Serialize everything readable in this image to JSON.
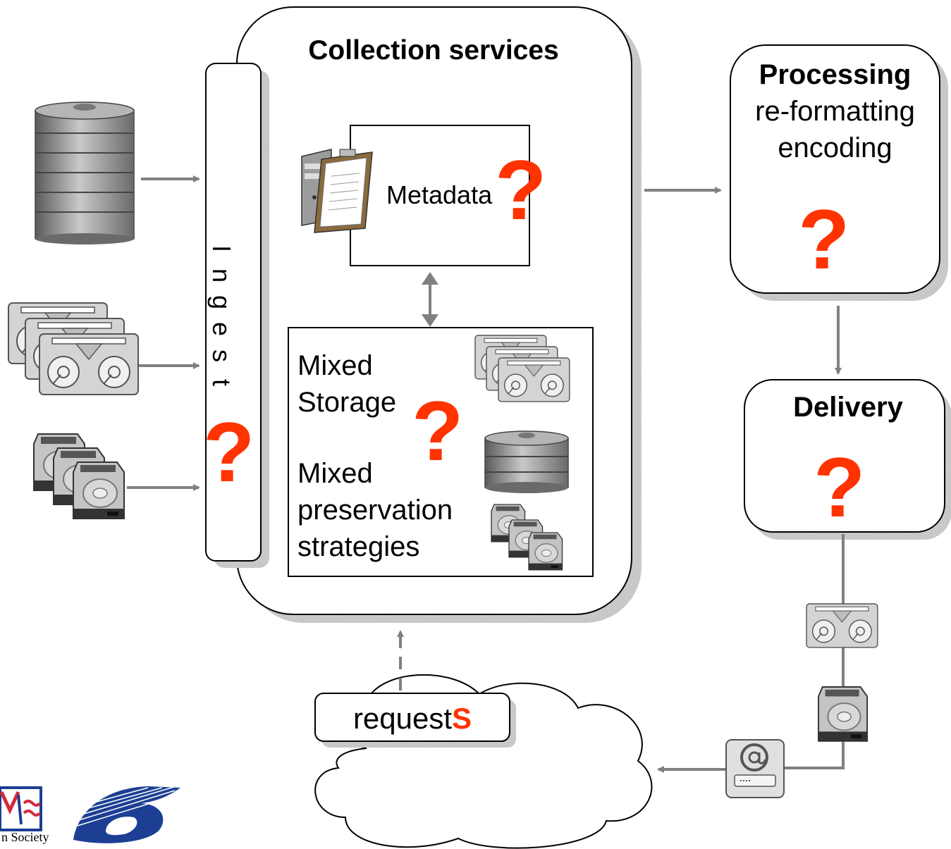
{
  "collection": {
    "title": "Collection services"
  },
  "ingest": {
    "label": "Ingest"
  },
  "metadata": {
    "label": "Metadata"
  },
  "storage": {
    "line1": "Mixed",
    "line2": "Storage",
    "line3": "Mixed",
    "line4": "preservation",
    "line5": "strategies"
  },
  "processing": {
    "title": "Processing",
    "line1": "re-formatting",
    "line2": "encoding"
  },
  "delivery": {
    "title": "Delivery"
  },
  "requests": {
    "prefix": "request",
    "suffix": "S"
  },
  "question_mark": "?",
  "footer": {
    "logo_text": "n Society"
  },
  "colors": {
    "question": "#ff3300",
    "arrow": "#808080",
    "shadow": "#c8c8c8",
    "logo_blue": "#1c3f94"
  },
  "icons": [
    "database-icon",
    "tape-cassette-icon",
    "hard-drive-icon",
    "server-clipboard-icon",
    "email-at-icon",
    "cloud-icon",
    "eu-flag-logo",
    "fp6-logo"
  ]
}
